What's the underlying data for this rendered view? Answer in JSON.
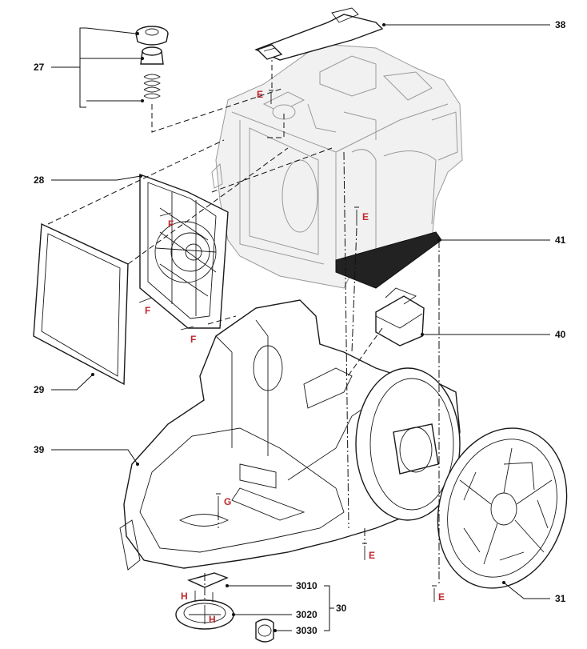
{
  "callouts": {
    "c27": "27",
    "c28": "28",
    "c29": "29",
    "c30": "30",
    "c31": "31",
    "c38": "38",
    "c39": "39",
    "c40": "40",
    "c41": "41",
    "c3010": "3010",
    "c3020": "3020",
    "c3030": "3030"
  },
  "fasteners": {
    "e_top": "E",
    "e_mid": "E",
    "e_bottom": "E",
    "e_right": "E",
    "f1": "F",
    "f2": "F",
    "f3": "F",
    "g": "G",
    "h1": "H",
    "h2": "H"
  },
  "colors": {
    "callout_text": "#111111",
    "fastener_text": "#c0272d",
    "housing_grey": "#9a9a9a"
  }
}
